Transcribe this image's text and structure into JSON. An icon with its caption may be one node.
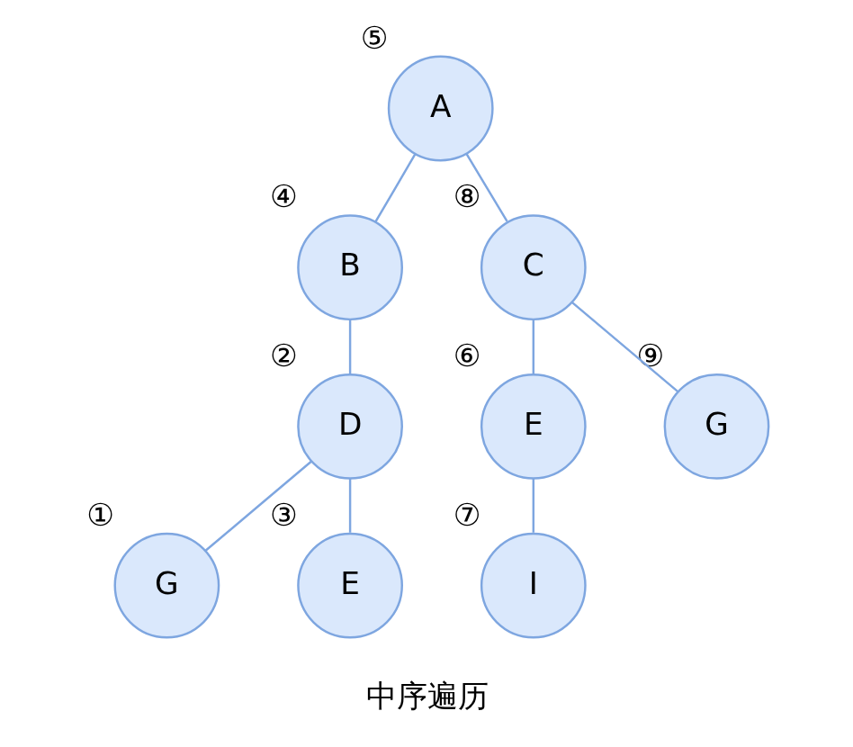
{
  "diagram": {
    "caption": "中序遍历",
    "nodes": [
      {
        "text": [
          "A"
        ],
        "beside": [
          "⑤"
        ]
      },
      {
        "text": [
          "B"
        ],
        "beside": [
          "④"
        ]
      },
      {
        "text": [
          "C"
        ],
        "beside": [
          "⑧"
        ]
      },
      {
        "text": [
          "D"
        ],
        "beside": [
          "②"
        ]
      },
      {
        "text": [
          "E"
        ],
        "beside": [
          "⑥"
        ]
      },
      {
        "text": [
          "G"
        ],
        "beside": [
          "⑨"
        ]
      },
      {
        "text": [
          "G"
        ],
        "beside": [
          "①"
        ]
      },
      {
        "text": [
          "E"
        ],
        "beside": [
          "③"
        ]
      },
      {
        "text": [
          "I"
        ],
        "beside": [
          "⑦"
        ]
      }
    ],
    "edges": [
      {
        "from": 0,
        "to": 1,
        "arrow": "none"
      },
      {
        "from": 0,
        "to": 2,
        "arrow": "none"
      },
      {
        "from": 1,
        "to": 3,
        "arrow": "none"
      },
      {
        "from": 2,
        "to": 4,
        "arrow": "none"
      },
      {
        "from": 2,
        "to": 5,
        "arrow": "none"
      },
      {
        "from": 3,
        "to": 6,
        "arrow": "none"
      },
      {
        "from": 3,
        "to": 7,
        "arrow": "none"
      },
      {
        "from": 4,
        "to": 8,
        "arrow": "none"
      }
    ]
  }
}
